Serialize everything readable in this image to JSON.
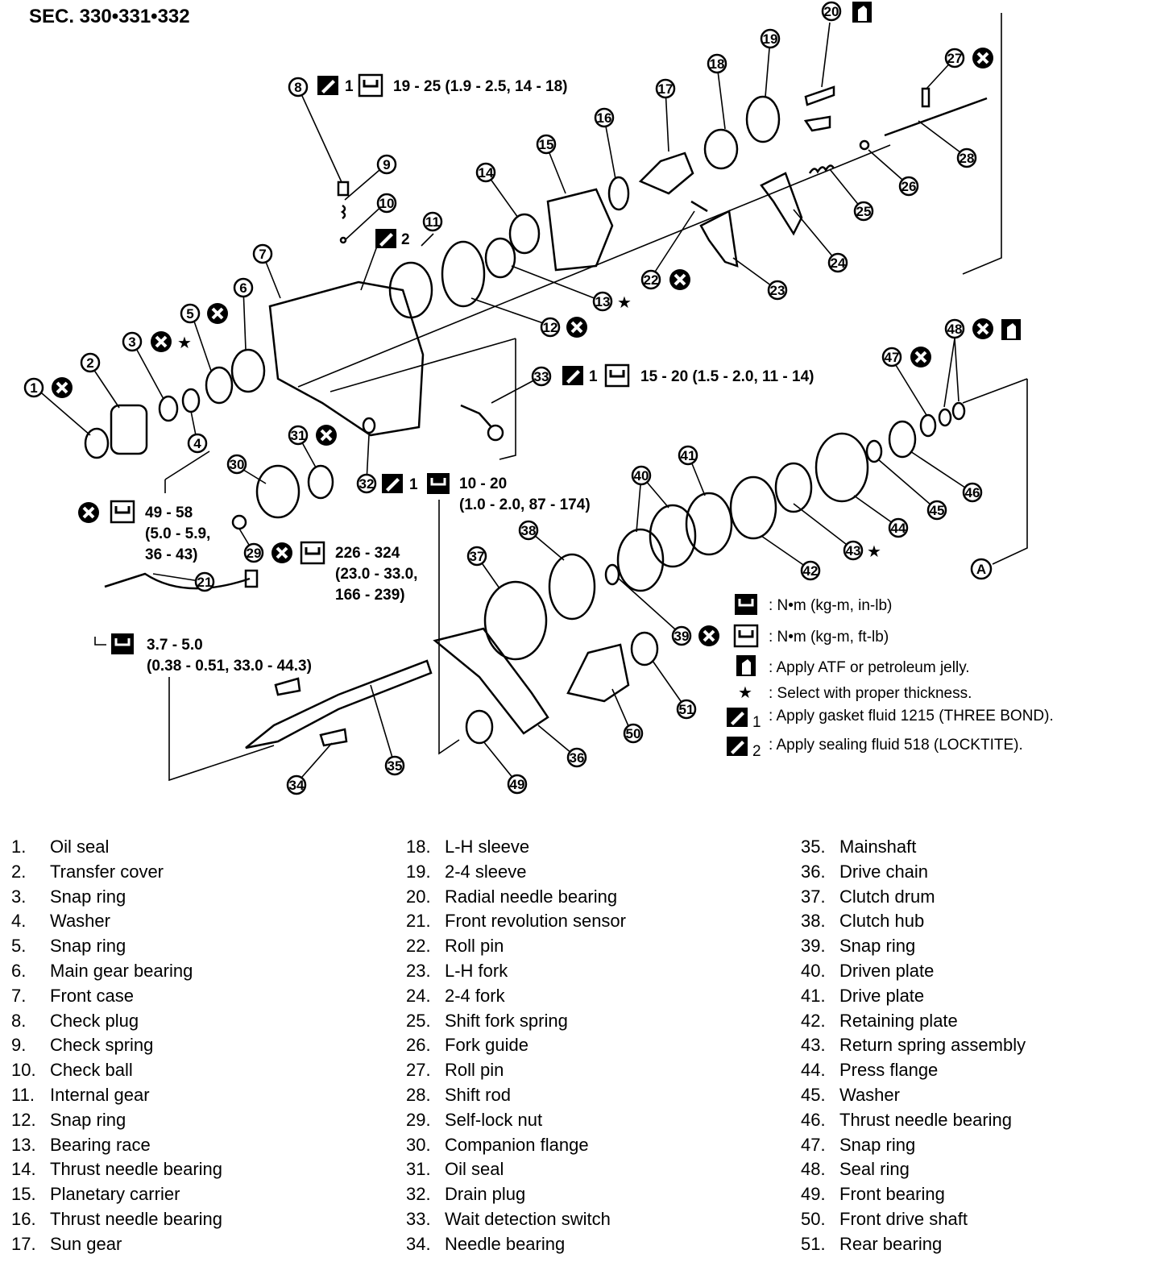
{
  "section_title": "SEC. 330•331•332",
  "torque_specs": [
    {
      "callout": "8",
      "icon": "gasket-fluid-1",
      "value": "19 - 25 (1.9 - 2.5, 14 - 18)"
    },
    {
      "callout": "33",
      "icon": "gasket-fluid-1",
      "value": "15 - 20 (1.5 - 2.0, 11 - 14)"
    },
    {
      "callout": "32",
      "icon": "gasket-fluid-1",
      "value_line1": "10 - 20",
      "value_line2": "(1.0 - 2.0, 87 - 174)"
    },
    {
      "value_line1": "49 - 58",
      "value_line2": "(5.0 - 5.9,",
      "value_line3": "36 - 43)"
    },
    {
      "callout": "29",
      "value_line1": "226 - 324",
      "value_line2": "(23.0 - 33.0,",
      "value_line3": "166 - 239)"
    },
    {
      "value_line1": "3.7 - 5.0",
      "value_line2": "(0.38 - 0.51, 33.0 - 44.3)"
    }
  ],
  "symbol_one": "1",
  "symbol_two": "2",
  "ref_a": "A",
  "legend": [
    {
      "icon": "torque-in-lb-icon",
      "text": ": N•m (kg-m, in-lb)"
    },
    {
      "icon": "torque-ft-lb-icon",
      "text": ": N•m (kg-m, ft-lb)"
    },
    {
      "icon": "atf-icon",
      "text": ": Apply ATF or petroleum jelly."
    },
    {
      "icon": "star-icon",
      "text": ": Select with proper thickness."
    },
    {
      "icon": "gasket-fluid-icon",
      "suffix": "1",
      "text": ": Apply gasket fluid 1215 (THREE BOND)."
    },
    {
      "icon": "sealing-fluid-icon",
      "suffix": "2",
      "text": ": Apply sealing fluid 518 (LOCKTITE)."
    }
  ],
  "parts_list": [
    {
      "num": "1.",
      "name": "Oil seal"
    },
    {
      "num": "2.",
      "name": "Transfer cover"
    },
    {
      "num": "3.",
      "name": "Snap ring"
    },
    {
      "num": "4.",
      "name": "Washer"
    },
    {
      "num": "5.",
      "name": "Snap ring"
    },
    {
      "num": "6.",
      "name": "Main gear bearing"
    },
    {
      "num": "7.",
      "name": "Front case"
    },
    {
      "num": "8.",
      "name": "Check plug"
    },
    {
      "num": "9.",
      "name": "Check spring"
    },
    {
      "num": "10.",
      "name": "Check ball"
    },
    {
      "num": "11.",
      "name": "Internal gear"
    },
    {
      "num": "12.",
      "name": "Snap ring"
    },
    {
      "num": "13.",
      "name": "Bearing race"
    },
    {
      "num": "14.",
      "name": "Thrust needle bearing"
    },
    {
      "num": "15.",
      "name": "Planetary carrier"
    },
    {
      "num": "16.",
      "name": "Thrust needle bearing"
    },
    {
      "num": "17.",
      "name": "Sun gear"
    },
    {
      "num": "18.",
      "name": "L-H sleeve"
    },
    {
      "num": "19.",
      "name": "2-4 sleeve"
    },
    {
      "num": "20.",
      "name": "Radial needle bearing"
    },
    {
      "num": "21.",
      "name": "Front revolution sensor"
    },
    {
      "num": "22.",
      "name": "Roll pin"
    },
    {
      "num": "23.",
      "name": "L-H fork"
    },
    {
      "num": "24.",
      "name": "2-4 fork"
    },
    {
      "num": "25.",
      "name": "Shift fork spring"
    },
    {
      "num": "26.",
      "name": "Fork guide"
    },
    {
      "num": "27.",
      "name": "Roll pin"
    },
    {
      "num": "28.",
      "name": "Shift rod"
    },
    {
      "num": "29.",
      "name": "Self-lock nut"
    },
    {
      "num": "30.",
      "name": "Companion flange"
    },
    {
      "num": "31.",
      "name": "Oil seal"
    },
    {
      "num": "32.",
      "name": "Drain plug"
    },
    {
      "num": "33.",
      "name": "Wait detection switch"
    },
    {
      "num": "34.",
      "name": "Needle bearing"
    },
    {
      "num": "35.",
      "name": "Mainshaft"
    },
    {
      "num": "36.",
      "name": "Drive chain"
    },
    {
      "num": "37.",
      "name": "Clutch drum"
    },
    {
      "num": "38.",
      "name": "Clutch hub"
    },
    {
      "num": "39.",
      "name": "Snap ring"
    },
    {
      "num": "40.",
      "name": "Driven plate"
    },
    {
      "num": "41.",
      "name": "Drive plate"
    },
    {
      "num": "42.",
      "name": "Retaining plate"
    },
    {
      "num": "43.",
      "name": "Return spring assembly"
    },
    {
      "num": "44.",
      "name": "Press flange"
    },
    {
      "num": "45.",
      "name": "Washer"
    },
    {
      "num": "46.",
      "name": "Thrust needle bearing"
    },
    {
      "num": "47.",
      "name": "Snap ring"
    },
    {
      "num": "48.",
      "name": "Seal ring"
    },
    {
      "num": "49.",
      "name": "Front bearing"
    },
    {
      "num": "50.",
      "name": "Front drive shaft"
    },
    {
      "num": "51.",
      "name": "Rear bearing"
    }
  ]
}
